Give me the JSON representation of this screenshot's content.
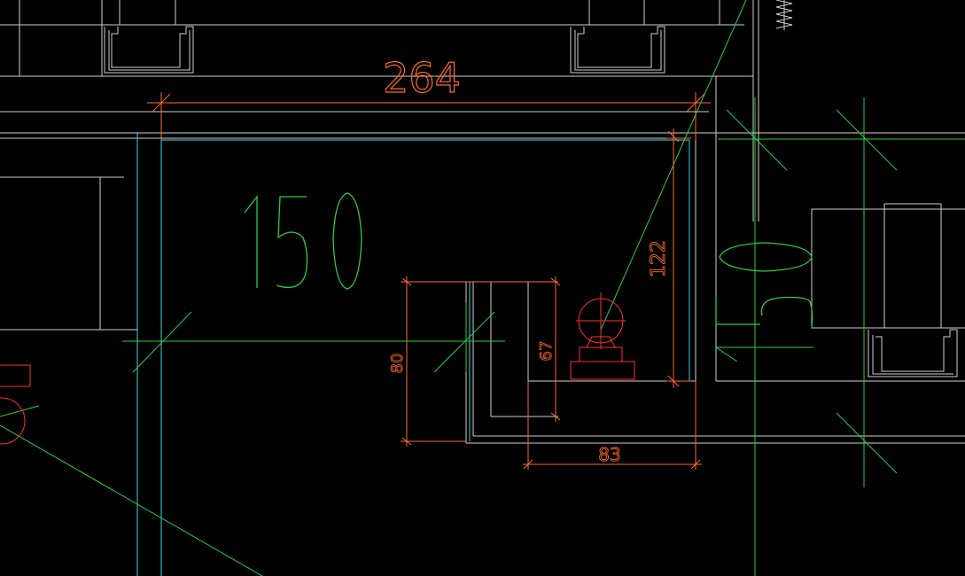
{
  "drawing": {
    "colors": {
      "background": "#000000",
      "outline": "#cfcfcf",
      "dimension": "#ff6a2a",
      "axis": "#2ecc40",
      "wall": "#39d6e0",
      "equipment": "#ff3030"
    },
    "dimensions": {
      "width_top": "264",
      "height_right": "122",
      "height_left": "80",
      "height_inner": "67",
      "width_bottom": "83"
    },
    "labels": {
      "pipe_size": "150"
    }
  }
}
